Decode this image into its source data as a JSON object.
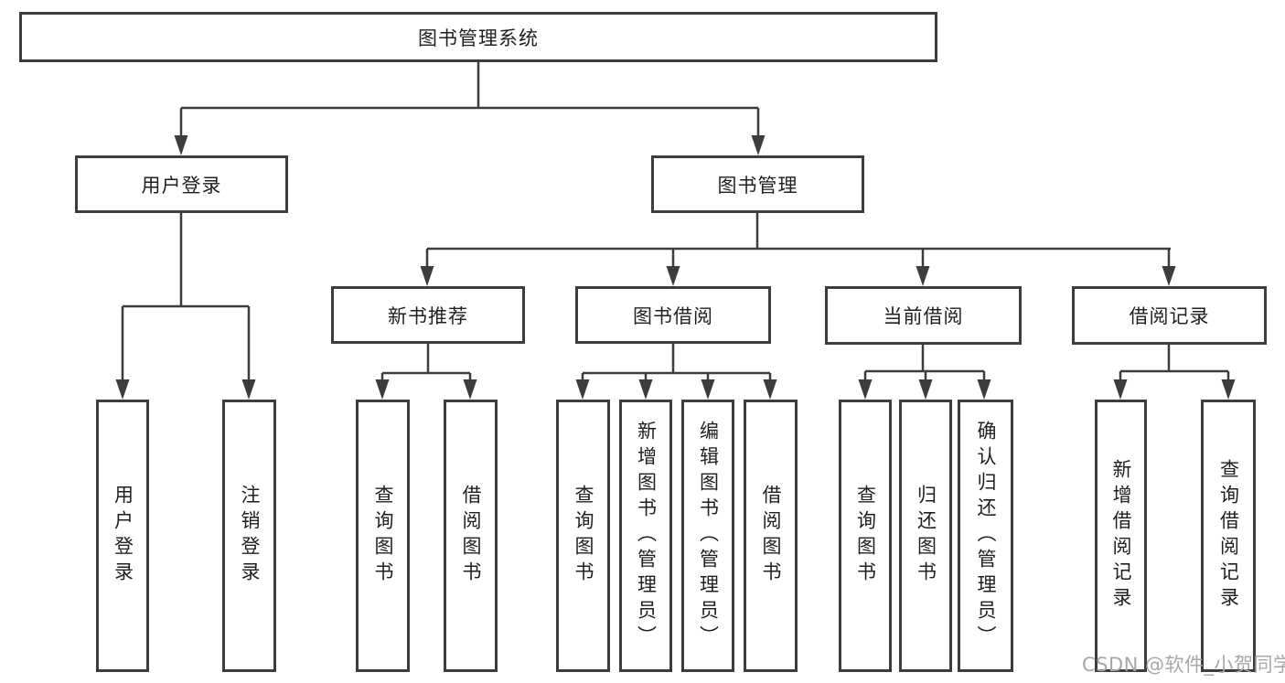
{
  "nodes": {
    "root": "图书管理系统",
    "user_login": "用户登录",
    "book_mgmt": "图书管理",
    "new_books": "新书推荐",
    "book_borrow": "图书借阅",
    "current_borrow": "当前借阅",
    "borrow_records": "借阅记录"
  },
  "leaves": {
    "login": "用户登录",
    "logout": "注销登录",
    "nb_query_books": "查询图书",
    "nb_borrow_books": "借阅图书",
    "bb_query_books": "查询图书",
    "bb_add_books": "新增图书（管理员）",
    "bb_edit_books": "编辑图书（管理员）",
    "bb_borrow_books": "借阅图书",
    "cb_query_books": "查询图书",
    "cb_return_books": "归还图书",
    "cb_confirm_return": "确认归还（管理员）",
    "br_add_record": "新增借阅记录",
    "br_query_record": "查询借阅记录"
  },
  "hierarchy": {
    "图书管理系统": [
      "用户登录",
      "图书管理"
    ],
    "用户登录": [
      "用户登录",
      "注销登录"
    ],
    "图书管理": [
      "新书推荐",
      "图书借阅",
      "当前借阅",
      "借阅记录"
    ],
    "新书推荐": [
      "查询图书",
      "借阅图书"
    ],
    "图书借阅": [
      "查询图书",
      "新增图书（管理员）",
      "编辑图书（管理员）",
      "借阅图书"
    ],
    "当前借阅": [
      "查询图书",
      "归还图书",
      "确认归还（管理员）"
    ],
    "借阅记录": [
      "新增借阅记录",
      "查询借阅记录"
    ]
  },
  "watermark": "CSDN @软件_小贺同学",
  "colors": {
    "line": "#3d3d3d",
    "text": "#1f1f1f",
    "background": "#ffffff",
    "watermark": "#a8a8a8"
  }
}
